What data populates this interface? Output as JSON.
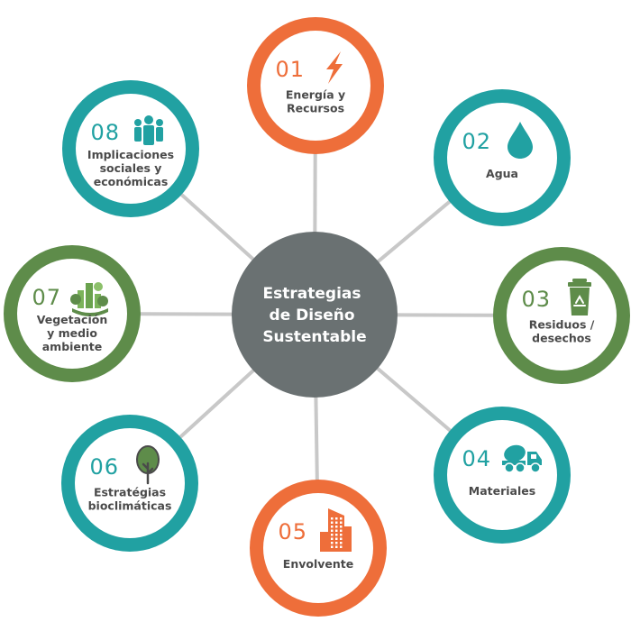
{
  "center": {
    "lines": [
      "Estrategias",
      "de Diseño",
      "Sustentable"
    ],
    "color": "#6a7172"
  },
  "colors": {
    "orange": "#ee6e3a",
    "teal": "#21a1a2",
    "green": "#5e8c4a",
    "spoke": "#c8c8c8",
    "inner": "#ffffff",
    "text": "#4a4a4a"
  },
  "nodes": [
    {
      "id": "01",
      "num": "01",
      "lines": [
        "Energía y",
        "Recursos"
      ],
      "ring": "orange",
      "icon": "lightning-bolt-icon"
    },
    {
      "id": "02",
      "num": "02",
      "lines": [
        "Agua"
      ],
      "ring": "teal",
      "icon": "water-drop-icon"
    },
    {
      "id": "03",
      "num": "03",
      "lines": [
        "Residuos /",
        "desechos"
      ],
      "ring": "green",
      "icon": "recycle-bin-icon"
    },
    {
      "id": "04",
      "num": "04",
      "lines": [
        "Materiales"
      ],
      "ring": "teal",
      "icon": "cement-truck-icon"
    },
    {
      "id": "05",
      "num": "05",
      "lines": [
        "Envolvente"
      ],
      "ring": "orange",
      "icon": "building-icon"
    },
    {
      "id": "06",
      "num": "06",
      "lines": [
        "Estratégias",
        "bioclimáticas"
      ],
      "ring": "teal",
      "icon": "tree-icon"
    },
    {
      "id": "07",
      "num": "07",
      "lines": [
        "Vegetación",
        "y medio",
        "ambiente"
      ],
      "ring": "green",
      "icon": "green-city-icon"
    },
    {
      "id": "08",
      "num": "08",
      "lines": [
        "Implicaciones",
        "sociales y",
        "económicas"
      ],
      "ring": "teal",
      "icon": "people-group-icon"
    }
  ]
}
